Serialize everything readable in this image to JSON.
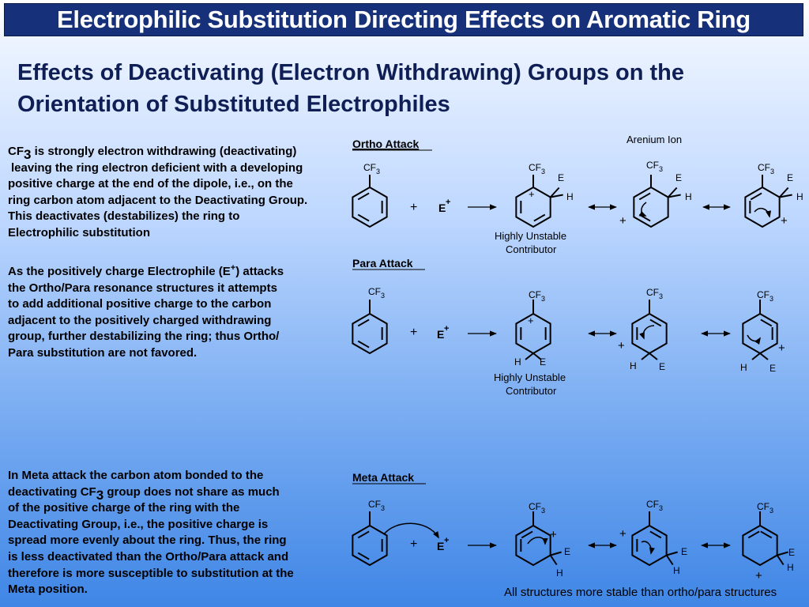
{
  "title": "Electrophilic Substitution Directing Effects on Aromatic Ring",
  "subtitle": "Effects of Deactivating (Electron Withdrawing) Groups on the Orientation of Substituted Electrophiles",
  "para1": {
    "cf": "CF",
    "sub3": "3",
    "line1_rest": " is strongly electron withdrawing (deactivating)",
    "line2": "leaving the ring electron deficient with a developing",
    "line3": "positive charge at the end of the dipole, i.e., on the",
    "line4": "ring carbon atom adjacent to the Deactivating Group.",
    "line5": "This deactivates (destabilizes) the ring to",
    "line6": "Electrophilic substitution"
  },
  "para2": {
    "line1_a": "As the positively charge Electrophile (E",
    "line1_sup": "+",
    "line1_b": ") attacks",
    "line2": "the Ortho/Para resonance structures it attempts",
    "line3": "to add additional positive charge to the carbon",
    "line4": "adjacent to the positively charged withdrawing",
    "line5": "group, further destabilizing the ring; thus Ortho/",
    "line6": "Para substitution are not favored."
  },
  "para3": {
    "line1": "In Meta attack the carbon atom bonded to the",
    "line2_a": "deactivating CF",
    "line2_sub": "3",
    "line2_b": " group does not share as much",
    "line3": "of the positive charge of the ring with the",
    "line4": "Deactivating Group, i.e., the positive charge is",
    "line5": "spread more evenly about the ring. Thus, the ring",
    "line6": "is less deactivated than the Ortho/Para attack and",
    "line7": "therefore is more susceptible to substitution at the",
    "line8": "Meta position."
  },
  "diagram": {
    "ortho_heading": "Ortho Attack",
    "para_heading": "Para Attack",
    "meta_heading": "Meta Attack",
    "arenium_label": "Arenium Ion",
    "cf": "CF",
    "sub3": "3",
    "plus": "+",
    "electrophile": "E",
    "e_label": "E",
    "h_label": "H",
    "highly_unstable": "Highly Unstable",
    "contributor": "Contributor"
  },
  "footer": "All structures more stable than ortho/para structures"
}
